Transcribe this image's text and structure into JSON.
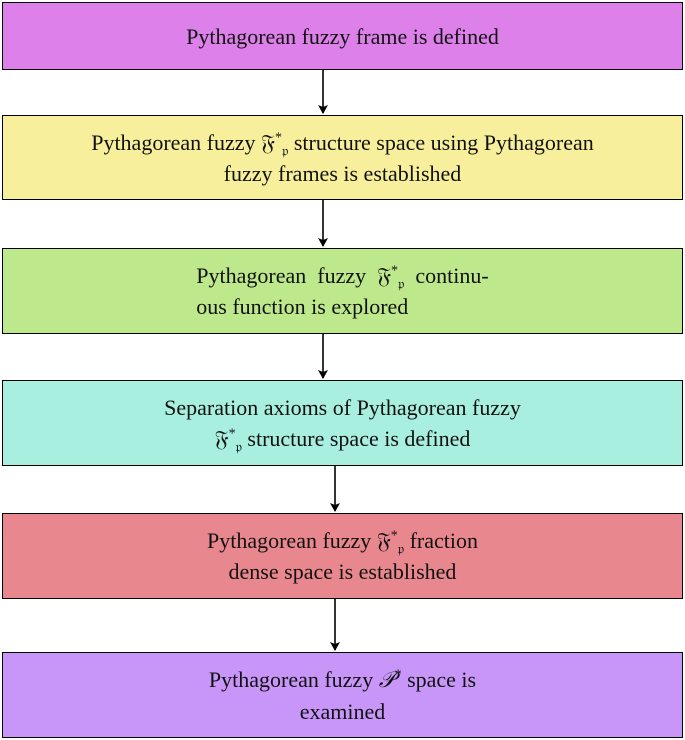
{
  "colors": {
    "step1": "#dd80ea",
    "step2": "#f8ef9c",
    "step3": "#bde88b",
    "step4": "#a8efdf",
    "step5": "#e8888e",
    "step6": "#c896f8",
    "arrow": "#000000"
  },
  "steps": [
    {
      "lines": [
        {
          "pre": "Pythagorean fuzzy frame is defined"
        }
      ]
    },
    {
      "lines": [
        {
          "pre": "Pythagorean fuzzy ",
          "sym": "𝔉",
          "sup": "*",
          "sub": "𝔭",
          "post": " structure space using Pythagorean"
        },
        {
          "pre": "fuzzy frames is established"
        }
      ]
    },
    {
      "lines": [
        {
          "pre": "Pythagorean  fuzzy  ",
          "sym": "𝔉",
          "sup": "*",
          "sub": "𝔭",
          "post": "  continu-"
        },
        {
          "pre": "ous function is explored"
        }
      ]
    },
    {
      "lines": [
        {
          "pre": "Separation axioms of Pythagorean fuzzy"
        },
        {
          "pre": "",
          "sym": "𝔉",
          "sup": "*",
          "sub": "𝔭",
          "post": " structure space is defined"
        }
      ]
    },
    {
      "lines": [
        {
          "pre": "Pythagorean fuzzy ",
          "sym": "𝔉",
          "sup": "*",
          "sub": "𝔭",
          "post": " fraction"
        },
        {
          "pre": "dense space is established"
        }
      ]
    },
    {
      "lines": [
        {
          "pre": "Pythagorean fuzzy ",
          "cal": "𝒫",
          "sup": "*",
          "post": " space is"
        },
        {
          "pre": "examined"
        }
      ]
    }
  ]
}
